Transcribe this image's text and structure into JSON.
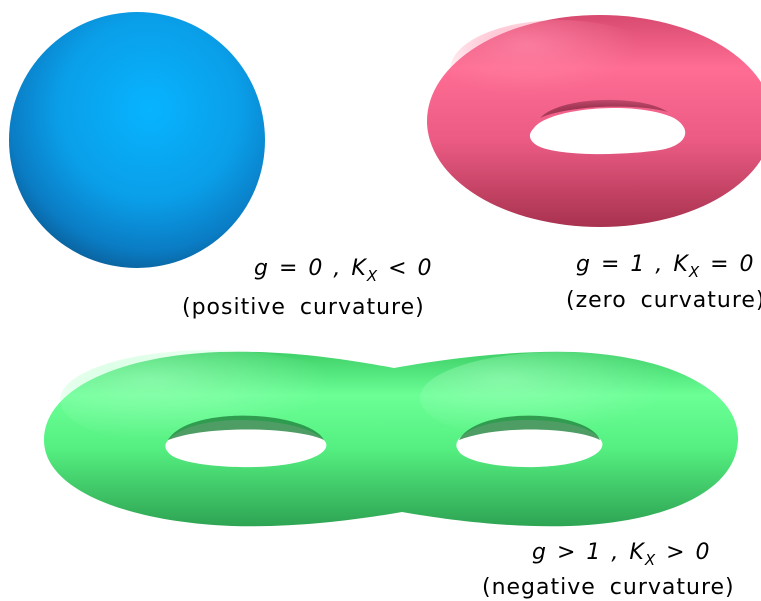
{
  "sphere": {
    "color": "#1a9de4",
    "genus_text": "g = 0 ,",
    "k_text": "K",
    "k_sub": "X",
    "k_rel": " < 0",
    "description": "(positive  curvature)"
  },
  "torus": {
    "color": "#e0557a",
    "genus_text": "g = 1 ,",
    "k_text": "K",
    "k_sub": "X",
    "k_rel": " = 0",
    "description": "(zero  curvature)"
  },
  "double_torus": {
    "color": "#4de87a",
    "genus_text": "g > 1 ,",
    "k_text": "K",
    "k_sub": "X",
    "k_rel": " > 0",
    "description": "(negative  curvature)"
  }
}
